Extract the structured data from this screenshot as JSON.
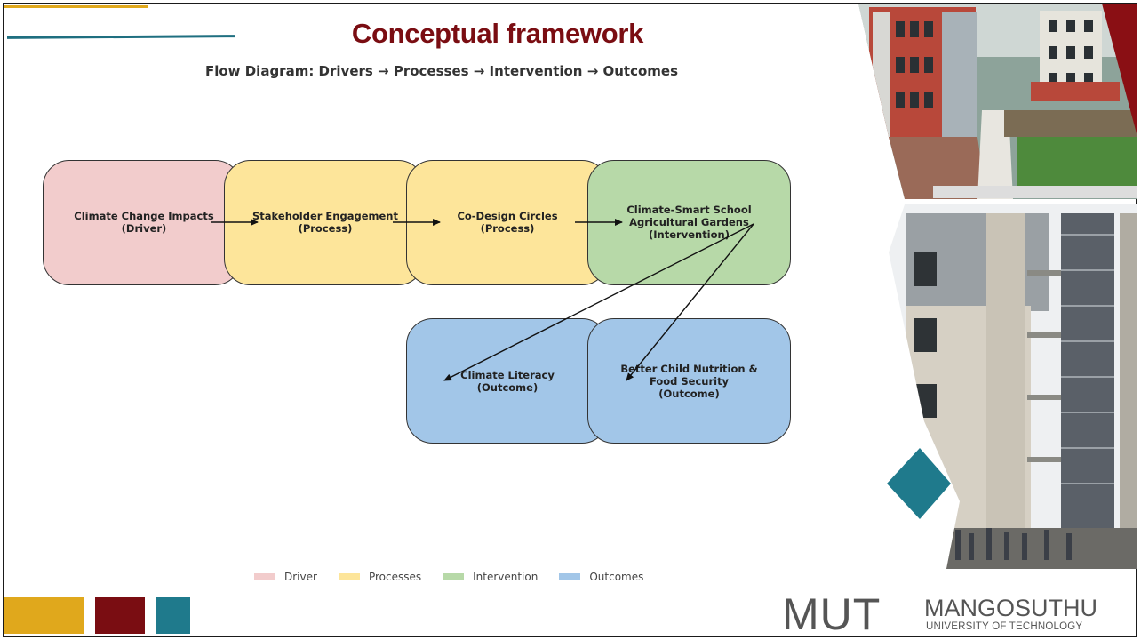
{
  "slide": {
    "title": "Conceptual framework",
    "subtitle": "Flow Diagram: Drivers → Processes → Intervention → Outcomes"
  },
  "colors": {
    "title": "#7a0d12",
    "driver": "#f2cccc",
    "process": "#fde59a",
    "intervention": "#b7d9a8",
    "outcome": "#a2c6e8",
    "gold": "#e0a81c",
    "maroon": "#7a0d12",
    "teal": "#1f7a8c"
  },
  "diagram": {
    "nodes": [
      {
        "id": "climate-change-impacts",
        "label": "Climate Change Impacts\n(Driver)",
        "category": "driver"
      },
      {
        "id": "stakeholder-engagement",
        "label": "Stakeholder Engagement\n(Process)",
        "category": "process"
      },
      {
        "id": "co-design-circles",
        "label": "Co-Design Circles\n(Process)",
        "category": "process"
      },
      {
        "id": "climate-smart-gardens",
        "label": "Climate-Smart School\nAgricultural Gardens\n(Intervention)",
        "category": "intervention"
      },
      {
        "id": "climate-literacy",
        "label": "Climate Literacy\n(Outcome)",
        "category": "outcome"
      },
      {
        "id": "child-nutrition",
        "label": "Better Child Nutrition &\nFood Security\n(Outcome)",
        "category": "outcome"
      }
    ],
    "edges": [
      {
        "from": "climate-change-impacts",
        "to": "stakeholder-engagement"
      },
      {
        "from": "stakeholder-engagement",
        "to": "co-design-circles"
      },
      {
        "from": "co-design-circles",
        "to": "climate-smart-gardens"
      },
      {
        "from": "climate-smart-gardens",
        "to": "climate-literacy"
      },
      {
        "from": "climate-smart-gardens",
        "to": "child-nutrition"
      }
    ]
  },
  "legend": [
    {
      "label": "Driver",
      "category": "driver"
    },
    {
      "label": "Processes",
      "category": "process"
    },
    {
      "label": "Intervention",
      "category": "intervention"
    },
    {
      "label": "Outcomes",
      "category": "outcome"
    }
  ],
  "logo": {
    "mark": "MUT",
    "name": "MANGOSUTHU",
    "sub": "UNIVERSITY OF TECHNOLOGY"
  }
}
